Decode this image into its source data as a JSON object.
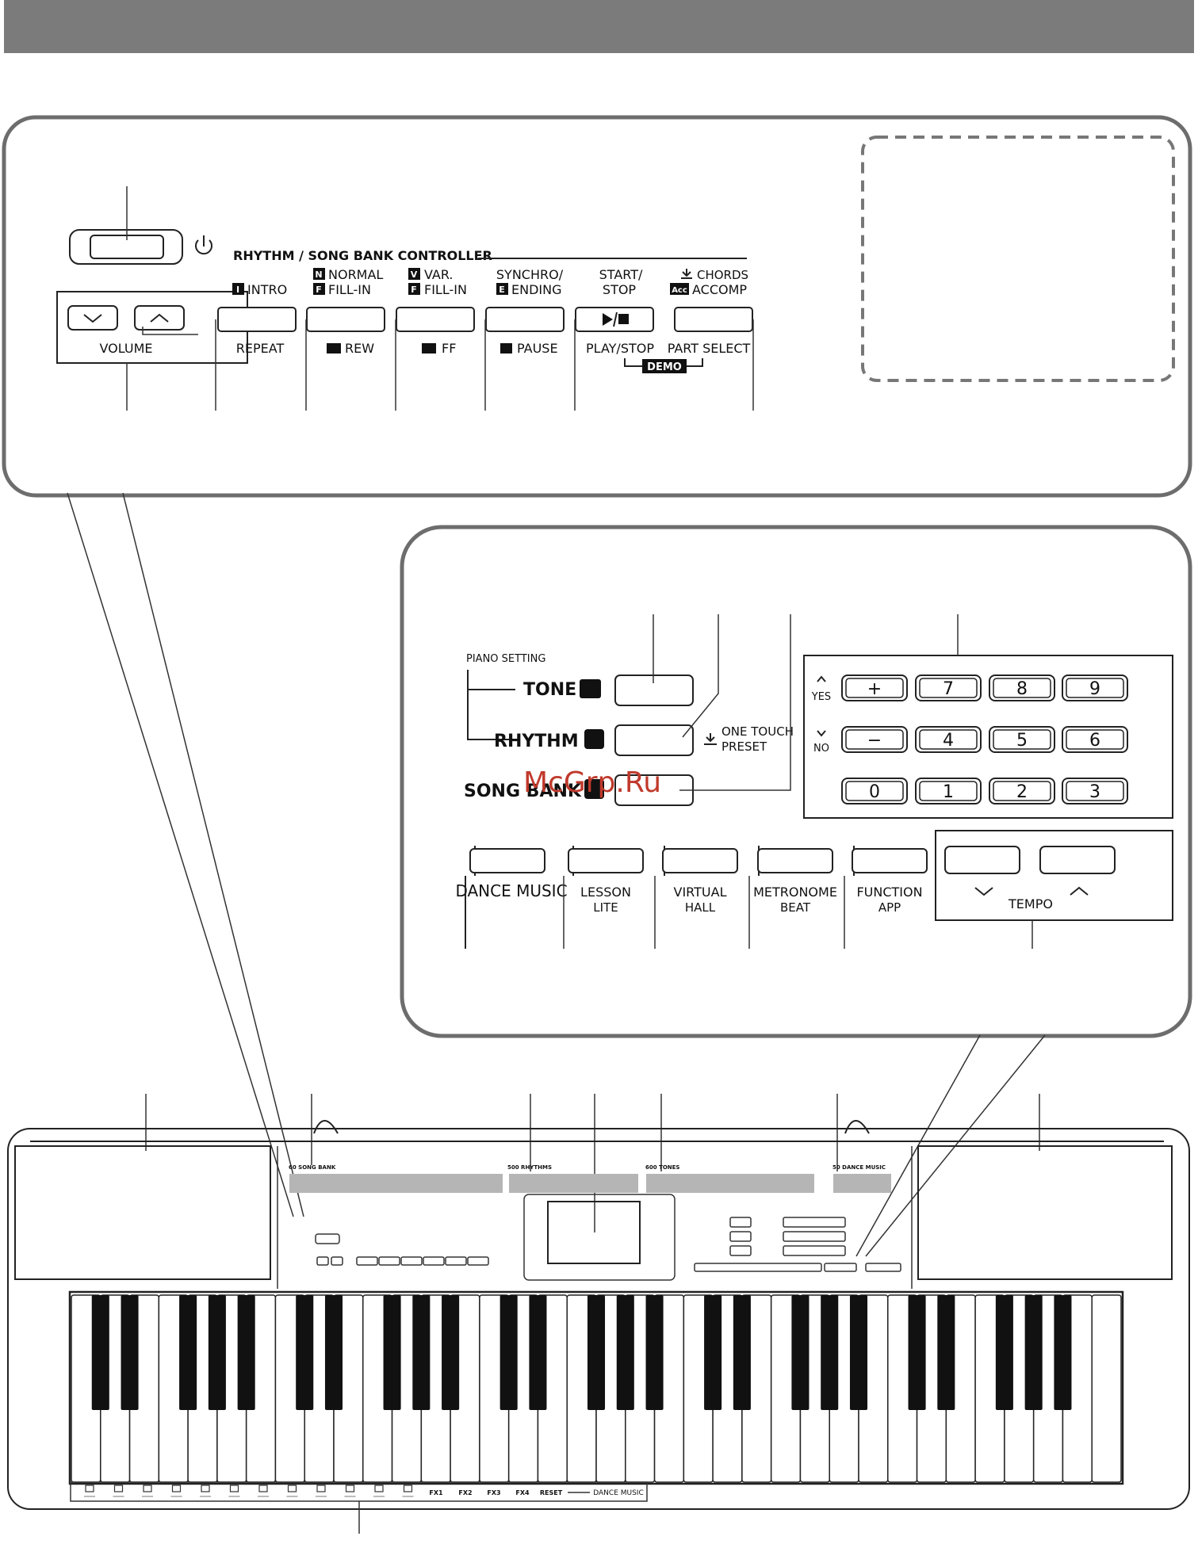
{
  "watermark": "McGrp.Ru",
  "top_panel": {
    "volume_label": "VOLUME",
    "controller_title": "RHYTHM / SONG BANK CONTROLLER",
    "buttons": [
      {
        "top_icon": "I",
        "top": "INTRO",
        "bottom": "REPEAT"
      },
      {
        "top_icon_1": "N",
        "top_1": "NORMAL",
        "top_icon_2": "F",
        "top_2": "FILL-IN",
        "bottom": "REW"
      },
      {
        "top_icon_1": "V",
        "top_1": "VAR.",
        "top_icon_2": "F",
        "top_2": "FILL-IN",
        "bottom": "FF"
      },
      {
        "top_1": "SYNCHRO/",
        "top_icon_2": "E",
        "top_2": "ENDING",
        "bottom": "PAUSE"
      },
      {
        "top_1": "START/",
        "top_2": "STOP",
        "bottom": "PLAY/STOP"
      },
      {
        "top_1": "CHORDS",
        "top_icon_2": "Acc",
        "top_2": "ACCOMP",
        "bottom": "PART SELECT"
      }
    ],
    "demo_label": "DEMO"
  },
  "middle_panel": {
    "piano_setting": "PIANO SETTING",
    "tone": "TONE",
    "rhythm": "RHYTHM",
    "song_bank": "SONG BANK",
    "one_touch": "ONE TOUCH",
    "preset": "PRESET",
    "yes": "YES",
    "no": "NO",
    "keypad_rows": [
      [
        "+",
        "7",
        "8",
        "9"
      ],
      [
        "−",
        "4",
        "5",
        "6"
      ],
      [
        "0",
        "1",
        "2",
        "3"
      ]
    ],
    "bottom_buttons": [
      {
        "line1": "DANCE MUSIC",
        "line2": ""
      },
      {
        "line1": "LESSON",
        "line2": "LITE"
      },
      {
        "line1": "VIRTUAL",
        "line2": "HALL"
      },
      {
        "line1": "METRONOME",
        "line2": "BEAT"
      },
      {
        "line1": "FUNCTION",
        "line2": "APP"
      }
    ],
    "tempo": "TEMPO"
  },
  "keyboard": {
    "song_bank_label": "60 SONG BANK",
    "rhythms_label": "500 RHYTHMS",
    "tones_label": "600 TONES",
    "dance_label": "50 DANCE MUSIC",
    "strip_labels": [
      "FX1",
      "FX2",
      "FX3",
      "FX4",
      "RESET",
      "DANCE MUSIC"
    ],
    "white_key_count": 36
  }
}
